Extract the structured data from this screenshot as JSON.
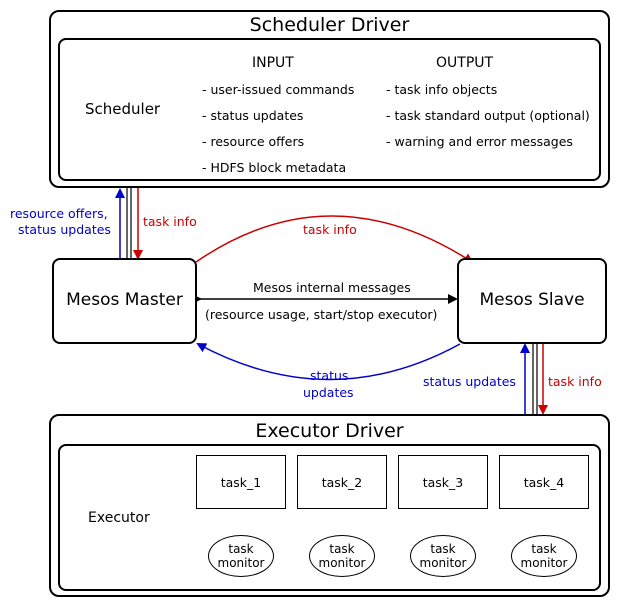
{
  "scheduler_driver": {
    "title": "Scheduler Driver",
    "scheduler_label": "Scheduler",
    "input_header": "INPUT",
    "output_header": "OUTPUT",
    "inputs": [
      "- user-issued commands",
      "- status updates",
      "- resource offers",
      "- HDFS block metadata"
    ],
    "outputs": [
      "- task info objects",
      "- task standard output (optional)",
      "- warning and error messages"
    ]
  },
  "master": {
    "label": "Mesos Master"
  },
  "slave": {
    "label": "Mesos Slave"
  },
  "edges": {
    "offers_line1": "resource offers,",
    "offers_line2": "status updates",
    "sched_task_info": "task info",
    "master_slave_task_info": "task info",
    "internal_line1": "Mesos internal messages",
    "internal_line2": "(resource usage, start/stop executor)",
    "status_line1": "status",
    "status_line2": "updates",
    "exec_status_updates": "status updates",
    "exec_task_info": "task info"
  },
  "executor_driver": {
    "title": "Executor Driver",
    "executor_label": "Executor",
    "tasks": [
      "task_1",
      "task_2",
      "task_3",
      "task_4"
    ],
    "monitor_line1": "task",
    "monitor_line2": "monitor"
  },
  "colors": {
    "blue": "#0000cc",
    "red": "#cc0000",
    "black": "#000000"
  }
}
